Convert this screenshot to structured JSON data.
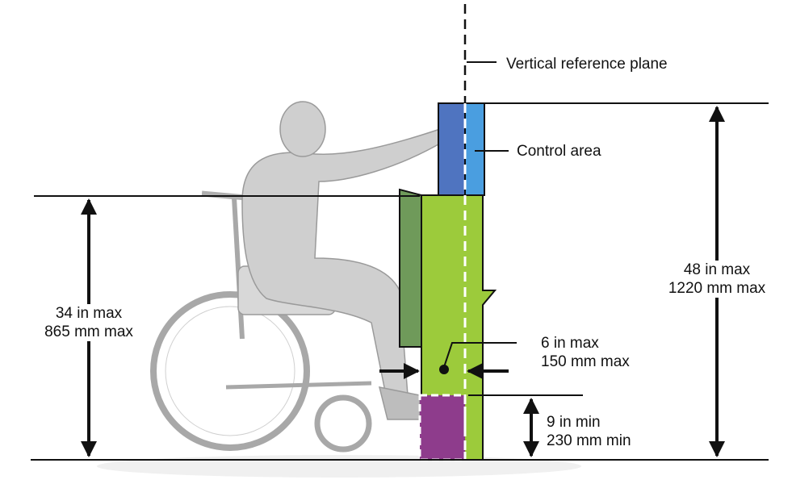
{
  "labels": {
    "vertical_reference_plane": "Vertical reference plane",
    "control_area": "Control area",
    "left_height_in": "34 in max",
    "left_height_mm": "865 mm max",
    "right_height_in": "48 in max",
    "right_height_mm": "1220 mm max",
    "depth_in": "6 in max",
    "depth_mm": "150 mm max",
    "toe_in": "9 in min",
    "toe_mm": "230 mm min"
  },
  "colors": {
    "control_area": "#4a90d9",
    "counter": "#9ccb3b",
    "toe_clearance": "#8e3c8c",
    "figure": "#c8c8c8"
  }
}
